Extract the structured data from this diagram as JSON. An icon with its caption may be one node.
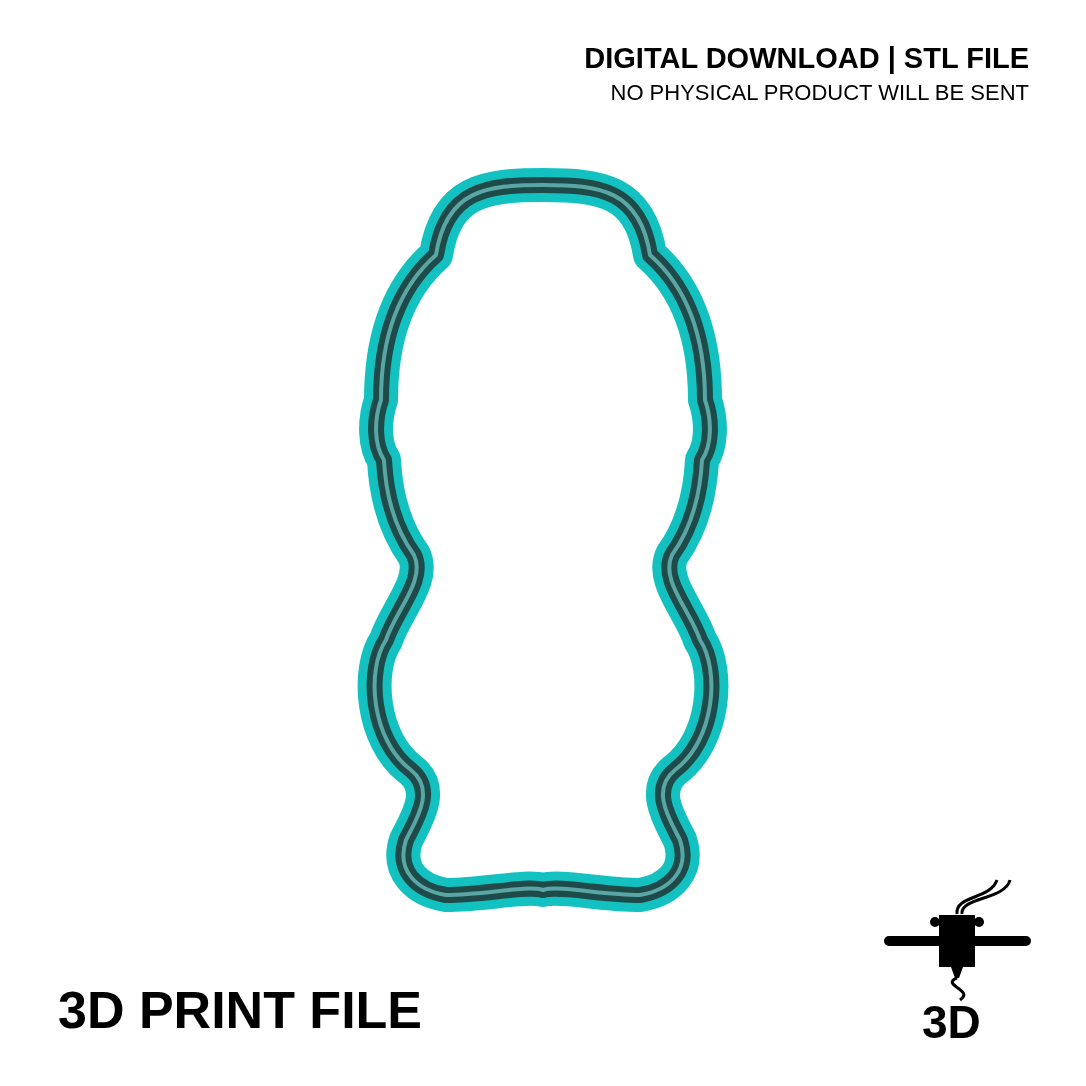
{
  "diagram": {
    "labels": [
      "DIGITAL DOWNLOAD | STL FILE",
      "NO PHYSICAL PRODUCT WILL BE SENT",
      "3D PRINT FILE",
      "3D"
    ]
  }
}
